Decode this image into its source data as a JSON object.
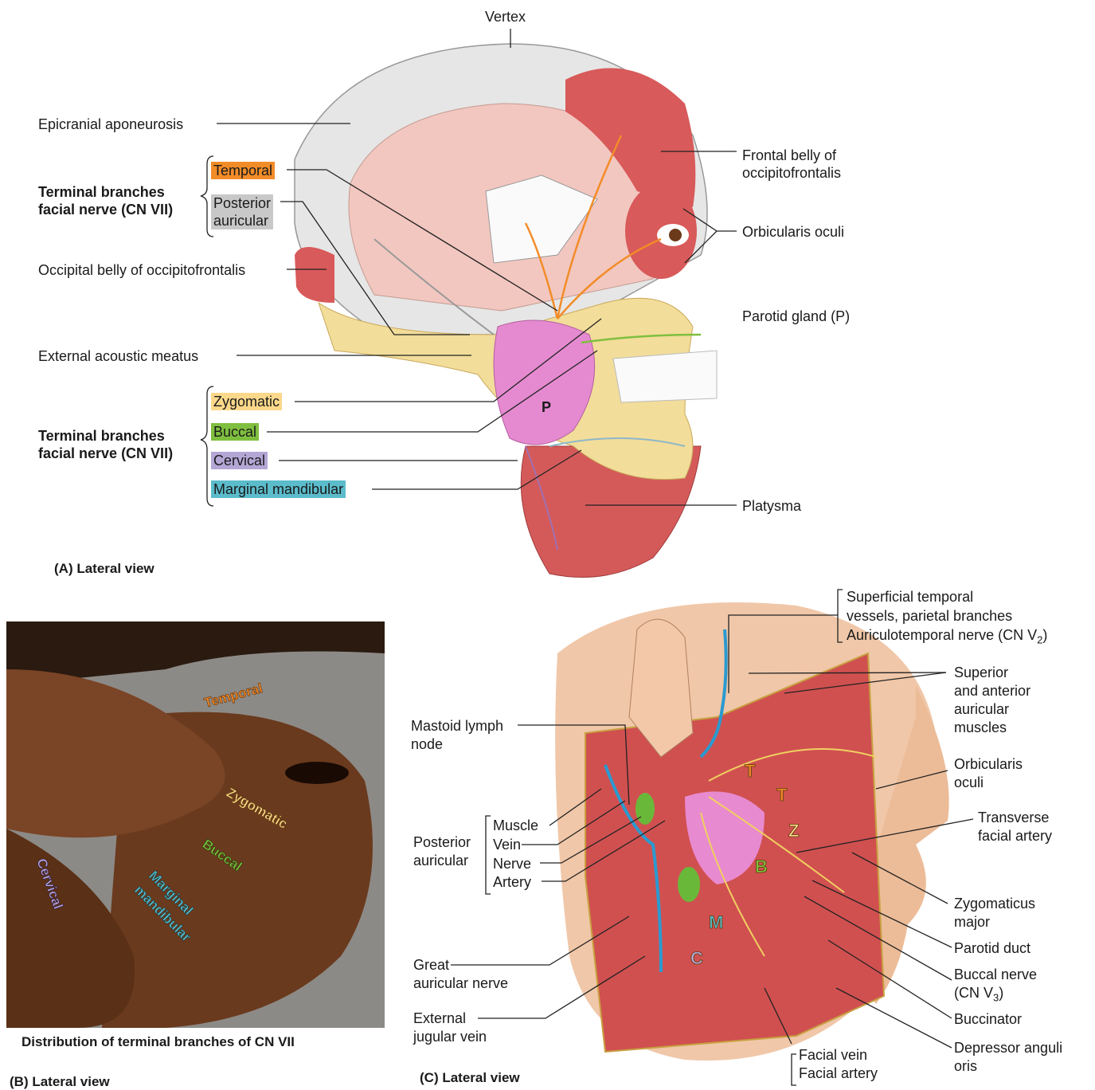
{
  "colors": {
    "temporal": "#f28c28",
    "posterior_auricular": "#c8c8c8",
    "zygomatic": "#fbd88a",
    "buccal": "#7fbf3f",
    "cervical": "#b4a7d6",
    "marginal_mandibular": "#5bbccb"
  },
  "panelA": {
    "vertex": "Vertex",
    "epicranial": "Epicranial aponeurosis",
    "group_title_1": "Terminal branches",
    "group_title_2": "facial nerve (CN VII)",
    "temporal": "Temporal",
    "post_aur_1": "Posterior",
    "post_aur_2": "auricular",
    "occipital_belly": "Occipital belly of occipitofrontalis",
    "ext_acoustic": "External acoustic meatus",
    "zygomatic": "Zygomatic",
    "buccal": "Buccal",
    "cervical": "Cervical",
    "marginal": "Marginal mandibular",
    "frontal_1": "Frontal belly of",
    "frontal_2": "occipitofrontalis",
    "orbicularis": "Orbicularis oculi",
    "parotid": "Parotid gland (P)",
    "platysma": "Platysma",
    "p_marker": "P",
    "caption": "(A) Lateral view"
  },
  "panelB": {
    "temporal": "Temporal",
    "zygomatic": "Zygomatic",
    "buccal": "Buccal",
    "cervical": "Cervical",
    "marginal_1": "Marginal",
    "marginal_2": "mandibular",
    "distribution": "Distribution of terminal branches of CN VII",
    "caption": "(B) Lateral view"
  },
  "panelC": {
    "sup_temp_1": "Superficial temporal",
    "sup_temp_2": "vessels, parietal branches",
    "auriculotemporal": "Auriculotemporal nerve (CN V",
    "auriculotemporal_sub": "2",
    "auriculotemporal_end": ")",
    "superior_1": "Superior",
    "superior_2": "and anterior",
    "superior_3": "auricular",
    "superior_4": "muscles",
    "orbicularis_1": "Orbicularis",
    "orbicularis_2": "oculi",
    "transverse_1": "Transverse",
    "transverse_2": "facial artery",
    "zygomaticus_1": "Zygomaticus",
    "zygomaticus_2": "major",
    "parotid_duct": "Parotid duct",
    "buccal_nerve_1": "Buccal nerve",
    "buccal_nerve_2": "(CN V",
    "buccal_nerve_sub": "3",
    "buccal_nerve_end": ")",
    "buccinator": "Buccinator",
    "depressor_1": "Depressor anguli",
    "depressor_2": "oris",
    "facial_vein": "Facial vein",
    "facial_artery": "Facial artery",
    "mastoid_1": "Mastoid lymph",
    "mastoid_2": "node",
    "post_aur_1": "Posterior",
    "post_aur_2": "auricular",
    "muscle": "Muscle",
    "vein": "Vein",
    "nerve": "Nerve",
    "artery": "Artery",
    "great_aur_1": "Great",
    "great_aur_2": "auricular nerve",
    "ext_jug_1": "External",
    "ext_jug_2": "jugular vein",
    "letter_t": "T",
    "letter_z": "Z",
    "letter_b": "B",
    "letter_m": "M",
    "letter_c": "C",
    "caption": "(C) Lateral view"
  }
}
